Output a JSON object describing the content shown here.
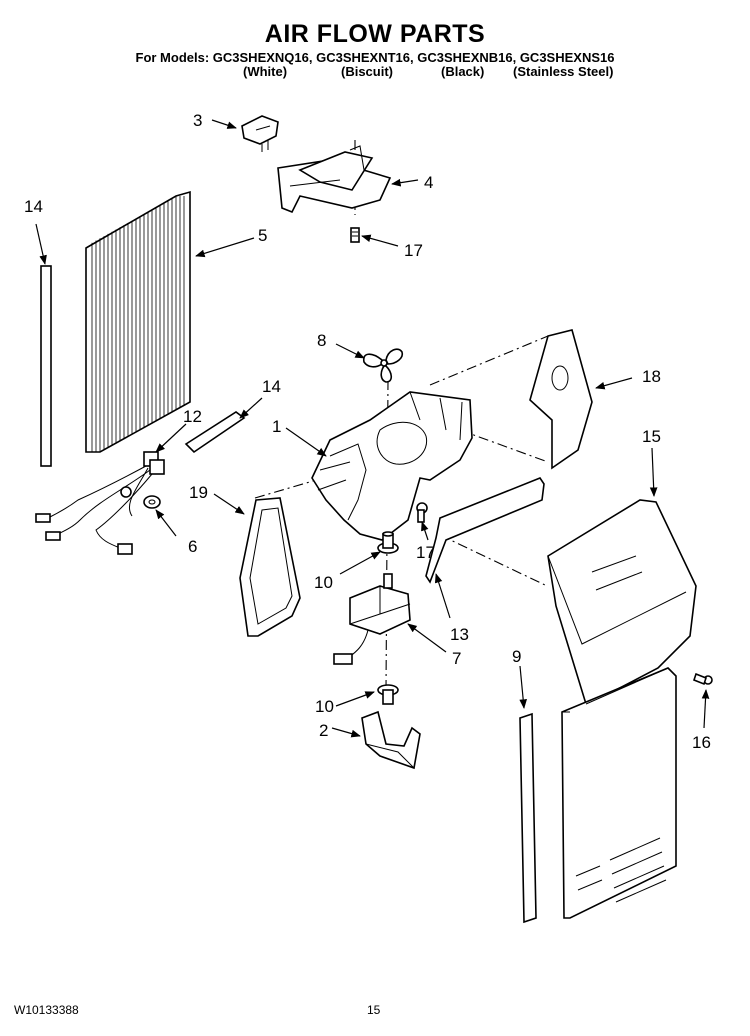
{
  "title": "AIR FLOW PARTS",
  "models_line": "For Models: GC3SHEXNQ16, GC3SHEXNT16, GC3SHEXNB16, GC3SHEXNS16",
  "finishes": [
    "(White)",
    "(Biscuit)",
    "(Black)",
    "(Stainless Steel)"
  ],
  "footer": {
    "doc_number": "W10133388",
    "page_number": "15"
  },
  "callouts": {
    "c1": "1",
    "c2": "2",
    "c3": "3",
    "c4": "4",
    "c5": "5",
    "c6": "6",
    "c7": "7",
    "c8": "8",
    "c9": "9",
    "c10a": "10",
    "c10b": "10",
    "c12": "12",
    "c13": "13",
    "c14a": "14",
    "c14b": "14",
    "c15": "15",
    "c16": "16",
    "c17a": "17",
    "c17b": "17",
    "c18": "18",
    "c19": "19"
  }
}
